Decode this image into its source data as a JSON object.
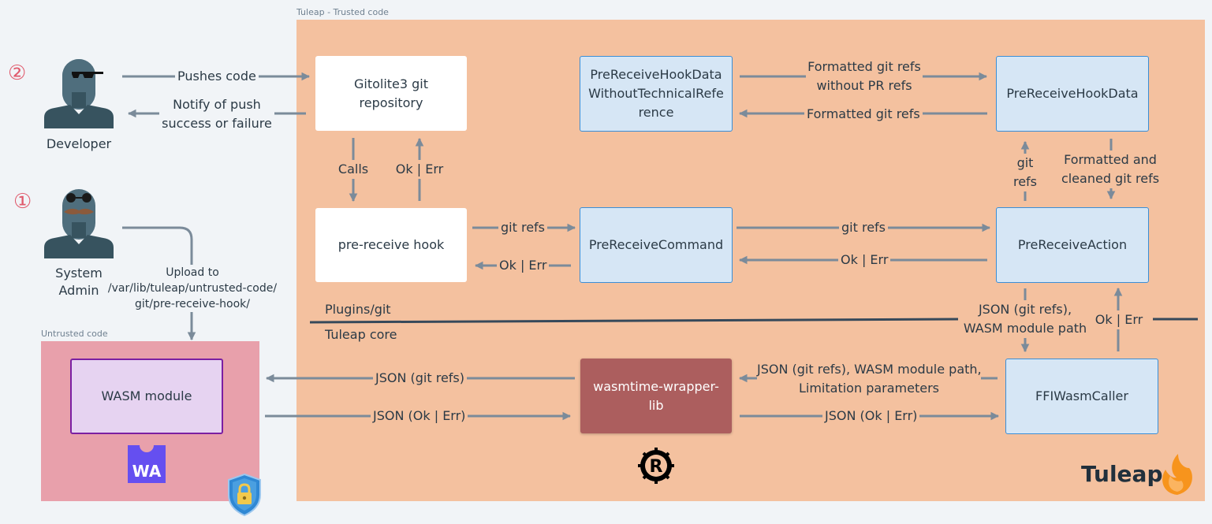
{
  "zones": {
    "trusted": "Tuleap - Trusted code",
    "untrusted": "Untrusted code"
  },
  "actors": {
    "developer": {
      "number": "②",
      "label": "Developer"
    },
    "admin": {
      "number": "①",
      "label_line1": "System",
      "label_line2": "Admin"
    }
  },
  "boxes": {
    "gitolite_line1": "Gitolite3 git",
    "gitolite_line2": "repository",
    "prereceive_hook": "pre-receive hook",
    "hookdata_without_line1": "PreReceiveHookData",
    "hookdata_without_line2": "WithoutTechnicalRefe",
    "hookdata_without_line3": "rence",
    "hookdata": "PreReceiveHookData",
    "command": "PreReceiveCommand",
    "action": "PreReceiveAction",
    "wasm_module": "WASM module",
    "wrapper_line1": "wasmtime-wrapper-",
    "wrapper_line2": "lib",
    "ffi": "FFIWasmCaller"
  },
  "labels": {
    "pushes_code": "Pushes code",
    "notify_line1": "Notify of push",
    "notify_line2": "success or failure",
    "calls": "Calls",
    "ok_err": "Ok | Err",
    "upload_line1": "Upload to",
    "upload_line2": "/var/lib/tuleap/untrusted-code/",
    "upload_line3": "git/pre-receive-hook/",
    "git_refs": "git refs",
    "formatted_wo_line1": "Formatted git refs",
    "formatted_wo_line2": "without PR refs",
    "formatted_git_refs": "Formatted git refs",
    "git_line": "git",
    "refs_line": "refs",
    "formatted_cleaned_line1": "Formatted and",
    "formatted_cleaned_line2": "cleaned git refs",
    "plugins_git": "Plugins/git",
    "tuleap_core": "Tuleap core",
    "json_wasm_line1": "JSON (git refs),",
    "json_wasm_line2": "WASM module path",
    "json_limit_line1": "JSON (git refs), WASM module path,",
    "json_limit_line2": "Limitation parameters",
    "json_git_refs": "JSON (git refs)",
    "json_ok_err": "JSON (Ok | Err)"
  },
  "brand": {
    "name": "Tuleap",
    "wa_badge": "WA"
  },
  "colors": {
    "trusted_bg": "#f4c19f",
    "untrusted_bg": "#e8a0ab",
    "blue_box": "#d6e6f5",
    "blue_border": "#3a8ed6",
    "wrapper": "#ac5e5e",
    "arrow": "#7b8b9a",
    "wasm_purple": "#654ff0",
    "tuleap_orange": "#f7941d"
  }
}
